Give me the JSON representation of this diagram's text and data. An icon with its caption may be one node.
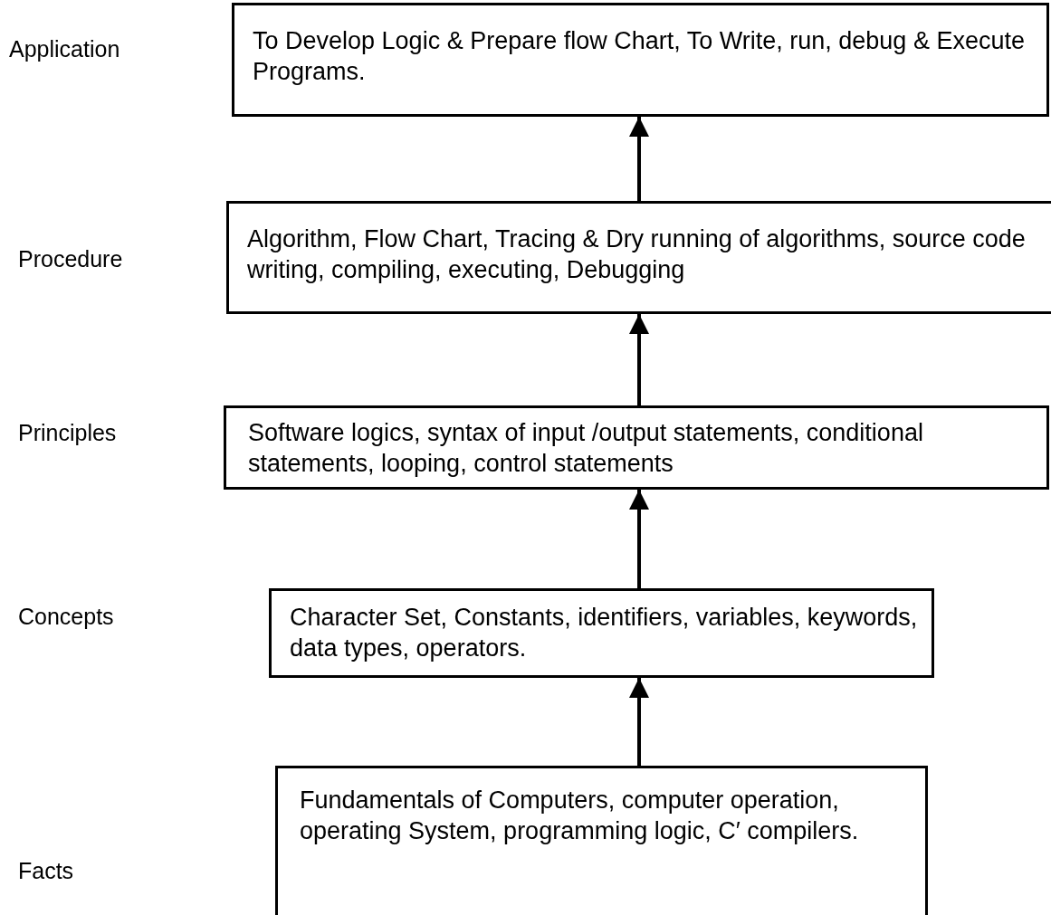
{
  "diagram": {
    "nodes": [
      {
        "text": [
          "To Develop Logic & Prepare flow Chart, To Write, run, debug & Execute Programs."
        ]
      },
      {
        "text": [
          "Algorithm, Flow Chart, Tracing & Dry running of algorithms, source code writing, compiling, executing, Debugging"
        ]
      },
      {
        "text": [
          "Software logics, syntax of input /output statements, conditional statements, looping, control statements"
        ]
      },
      {
        "text": [
          "Character Set, Constants, identifiers, variables, keywords, data types, operators."
        ]
      },
      {
        "text": [
          "Fundamentals of Computers, computer operation, operating System, programming logic, C′ compilers."
        ]
      }
    ],
    "edges": [
      {
        "from": 4,
        "to": 3,
        "arrow": "to"
      },
      {
        "from": 3,
        "to": 2,
        "arrow": "to"
      },
      {
        "from": 2,
        "to": 1,
        "arrow": "to"
      },
      {
        "from": 1,
        "to": 0,
        "arrow": "to"
      }
    ],
    "labels": [
      "Application",
      "Procedure",
      "Principles",
      "Concepts",
      "Facts"
    ]
  }
}
